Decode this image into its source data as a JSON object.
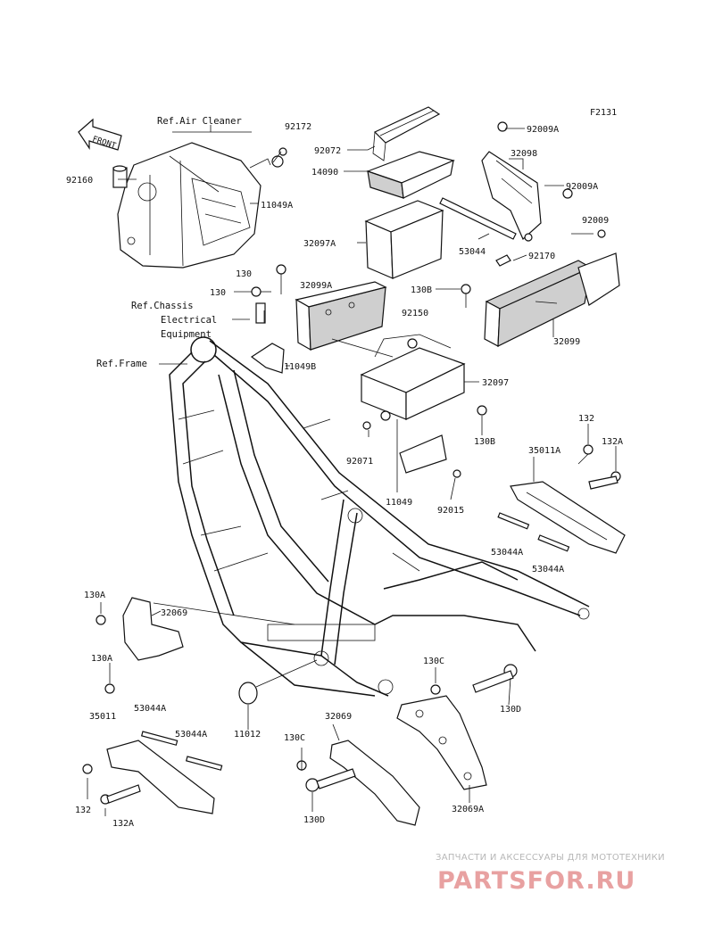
{
  "figure_code": "F2131",
  "front_marker": "FRONT",
  "references": {
    "air_cleaner": "Ref.Air Cleaner",
    "chassis_l1": "Ref.Chassis",
    "chassis_l2": "Electrical",
    "chassis_l3": "Equipment",
    "frame": "Ref.Frame"
  },
  "parts": {
    "p92172": "92172",
    "p92160": "92160",
    "p11049A": "11049A",
    "p92072": "92072",
    "p14090": "14090",
    "p92009A_top": "92009A",
    "p32098": "32098",
    "p92009A_mid": "92009A",
    "p92009": "92009",
    "p32097A": "32097A",
    "p53044": "53044",
    "p92170": "92170",
    "p130_a": "130",
    "p130_b": "130",
    "p32099A": "32099A",
    "p130B_top": "130B",
    "p92150": "92150",
    "p32099": "32099",
    "p11049B": "11049B",
    "p32097": "32097",
    "p92071": "92071",
    "p130B_bot": "130B",
    "p11049": "11049",
    "p92015": "92015",
    "p132_r": "132",
    "p35011A": "35011A",
    "p132A_r": "132A",
    "p53044A_r1": "53044A",
    "p53044A_r2": "53044A",
    "p130A_top": "130A",
    "p32069": "32069",
    "p130A_bot": "130A",
    "p130C_r": "130C",
    "p130D_r": "130D",
    "p11012": "11012",
    "p35011": "35011",
    "p53044A_l1": "53044A",
    "p53044A_l2": "53044A",
    "p32069_b": "32069",
    "p130C_b": "130C",
    "p132_l": "132",
    "p132A_l": "132A",
    "p130D_b": "130D",
    "p32069A": "32069A"
  },
  "watermark": {
    "tagline": "ЗАПЧАСТИ И АКСЕССУАРЫ ДЛЯ МОТОТЕХНИКИ",
    "brand": "PARTSFOR.RU"
  }
}
